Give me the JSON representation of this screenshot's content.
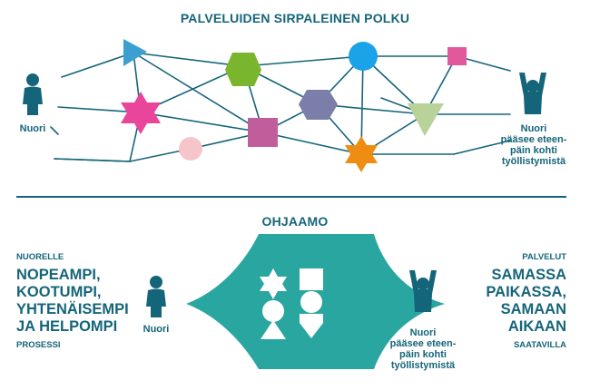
{
  "top": {
    "title": "PALVELUIDEN SIRPALEINEN POLKU",
    "start_label": "Nuori",
    "end_label": [
      "Nuori",
      "pääsee eteen-",
      "päin kohti",
      "työllistymistä"
    ]
  },
  "bottom": {
    "title": "OHJAAMO",
    "left_small_top": "NUORELLE",
    "left_big": [
      "NOPEAMPI,",
      "KOOTUMPI,",
      "YHTENÄISEMPI",
      "JA HELPOMPI"
    ],
    "left_small_bottom": "PROSESSI",
    "right_small_top": "PALVELUT",
    "right_big": [
      "SAMASSA",
      "PAIKASSA,",
      "SAMAAN",
      "AIKAAN"
    ],
    "right_small_bottom": "SAATAVILLA",
    "start_label": "Nuori",
    "end_label": [
      "Nuori",
      "pääsee eteen-",
      "päin kohti",
      "työllistymistä"
    ]
  },
  "colors": {
    "teal_dark": "#15657a",
    "teal_hub": "#2aa6a0",
    "blue_triangle": "#3b9fd1",
    "green_hexagon": "#79b52d",
    "pink_square": "#e2589c",
    "blue_circle": "#1aa3e8",
    "magenta_star": "#e8459b",
    "purple_hexagon": "#7b7ea8",
    "light_green_triangle": "#b8d29a",
    "pale_pink_circle": "#f6c5c9",
    "mauve_square": "#c25d9b",
    "orange_star": "#ef8d12"
  }
}
